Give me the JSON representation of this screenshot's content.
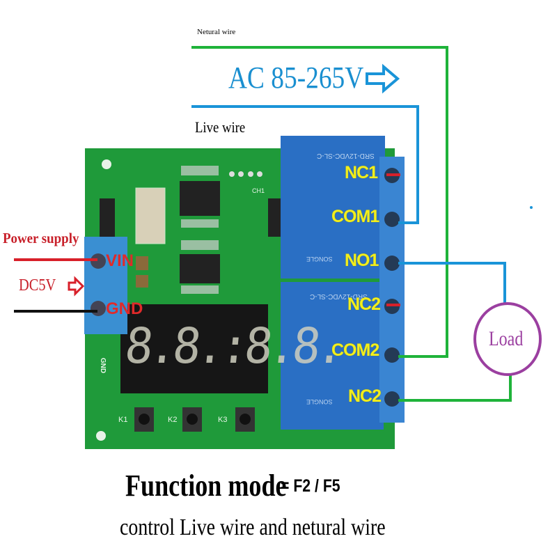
{
  "wires": {
    "neutral_label": "Netural wire",
    "live_label": "Live wire",
    "ac_label": "AC 85-265V",
    "colors": {
      "neutral": "#1fb33a",
      "live": "#1a94d8",
      "supply_positive": "#d8202a",
      "supply_ground": "#111111",
      "load": "#9b3fa0",
      "ac_text": "#1a8fd0"
    }
  },
  "power": {
    "title": "Power supply",
    "voltage": "DC5V",
    "vin_label": "VIN",
    "gnd_label": "GND"
  },
  "board": {
    "silkscreen_gnd": "GND",
    "silkscreen_ch1": "CH1",
    "buttons": [
      "K1",
      "K2",
      "K3"
    ],
    "display_digits": "8.8.:8.8."
  },
  "terminals": [
    "NC1",
    "COM1",
    "NO1",
    "NC2",
    "COM2",
    "NC2"
  ],
  "relays": [
    {
      "model": "SRD-12VDC-SL-C",
      "brand": "SONGLE"
    },
    {
      "model": "SRD-12VDC-SL-C",
      "brand": "SONGLE"
    }
  ],
  "load": {
    "label": "Load"
  },
  "caption": {
    "mode_label": "Function mode",
    "mode_value": "= F2 / F5",
    "description": "control Live wire and netural wire"
  }
}
